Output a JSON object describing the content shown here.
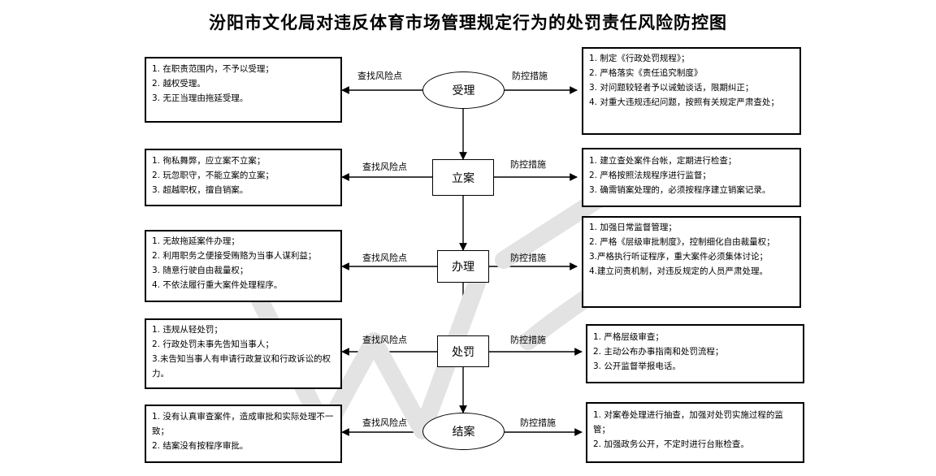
{
  "title": "汾阳市文化局对违反体育市场管理规定行为的处罚责任风险防控图",
  "stages": [
    {
      "name": "受理",
      "shape": "oval",
      "left_label": "查找风险点",
      "right_label": "防控措施",
      "risks": [
        "1. 在职责范围内，不予以受理；",
        "2. 越权受理。",
        "3. 无正当理由拖延受理。"
      ],
      "measures": [
        "1. 制定《行政处罚规程》；",
        "2. 严格落实《责任追究制度》",
        "3. 对问题较轻者予以诫勉谈话，限期纠正；",
        "4. 对重大违规违纪问题，按照有关规定严肃查处；"
      ]
    },
    {
      "name": "立案",
      "shape": "rect",
      "left_label": "查找风险点",
      "right_label": "防控措施",
      "risks": [
        "1. 徇私舞弊，应立案不立案；",
        "2. 玩忽职守，不能立案的立案；",
        "3. 超越职权，擅自销案。"
      ],
      "measures": [
        "1. 建立查处案件台帐，定期进行检查；",
        "2. 严格按照法规程序进行监督；",
        "3.  确需销案处理的，必须按程序建立销案记录。"
      ]
    },
    {
      "name": "办理",
      "shape": "rect",
      "left_label": "查找风险点",
      "right_label": "防控措施",
      "risks": [
        "1. 无故拖延案件办理；",
        "2. 利用职务之便接受贿赂为当事人谋利益；",
        "3. 随意行驶自由裁量权；",
        "4. 不依法履行重大案件处理程序。"
      ],
      "measures": [
        "1. 加强日常监督管理；",
        "2. 严格《层级审批制度》，控制细化自由裁量权；",
        "3.严格执行听证程序，重大案件必须集体讨论；",
        "4.建立问责机制，对违反规定的人员严肃处理。"
      ]
    },
    {
      "name": "处罚",
      "shape": "rect",
      "left_label": "查找风险点",
      "right_label": "防控措施",
      "risks": [
        "1. 违规从轻处罚；",
        "2. 行政处罚未事先告知当事人；",
        "3.未告知当事人有申请行政复议和行政诉讼的权力。"
      ],
      "measures": [
        "1. 严格层级审查；",
        "2. 主动公布办事指南和处罚流程；",
        "3. 公开监督举报电话。"
      ]
    },
    {
      "name": "结案",
      "shape": "oval",
      "left_label": "查找风险点",
      "right_label": "防控措施",
      "risks": [
        "1. 没有认真审查案件，造成审批和实际处理不一致；",
        "2.  结案没有按程序审批。"
      ],
      "measures": [
        "1. 对案卷处理进行抽查，加强对处罚实施过程的监管；",
        "2. 加强政务公开，不定时进行台账检查。"
      ]
    }
  ]
}
